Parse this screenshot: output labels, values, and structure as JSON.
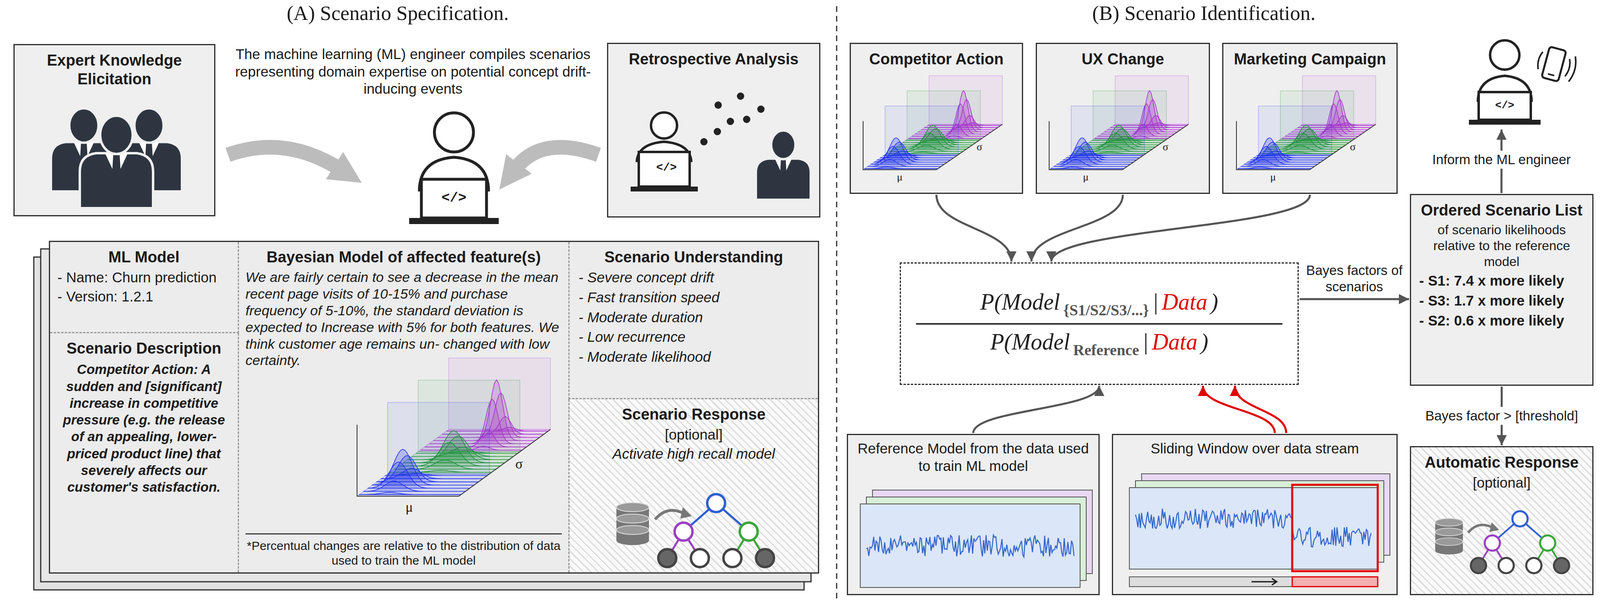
{
  "diagram": {
    "nodes": [
      {
        "text": [
          "Expert Knowledge Elicitation"
        ]
      },
      {
        "text": [
          "Retrospective Analysis"
        ]
      },
      {
        "text": []
      },
      {
        "text": [
          "ML Model",
          "- Name: Churn prediction",
          "- Version: 1.2.1"
        ],
        "in": 2
      },
      {
        "text": [
          "Scenario Description",
          "Competitor Action: A sudden and [significant] increase in competitive pressure (e.g. the release of an appealing, lower-priced product line) that severely affects our customer's satisfaction."
        ],
        "in": 2
      },
      {
        "text": [
          "Bayesian Model of affected feature(s)",
          "We are fairly certain to see a decrease in the mean recent page visits of 10-15% and purchase frequency of 5-10%, the standard deviation is expected to Increase with 5% for both features. We think customer age remains un- changed with low certainty.",
          "*Percentual changes are relative to the distribution of data used to train the ML model"
        ],
        "in": 2
      },
      {
        "text": [
          "Scenario Understanding",
          "- Severe concept drift",
          "- Fast transition speed",
          "- Moderate duration",
          "- Low recurrence",
          "- Moderate likelihood"
        ],
        "in": 2
      },
      {
        "text": [
          "Scenario Response",
          "[optional]",
          "Activate high recall model"
        ],
        "in": 2
      },
      {
        "text": [
          "Competitor Action"
        ]
      },
      {
        "text": [
          "UX Change"
        ]
      },
      {
        "text": [
          "Marketing Campaign"
        ]
      },
      {
        "text": [
          "P(Model",
          "{S1/S2/S3/...}",
          "|",
          "Data",
          ")",
          "P(Model",
          "Reference",
          "|",
          "Data",
          ")"
        ]
      },
      {
        "text": [
          "Reference Model from the data used to train ML model"
        ]
      },
      {
        "text": [
          "Sliding Window over data stream"
        ]
      },
      {
        "text": [
          "Ordered Scenario List",
          "of scenario likelihoods relative to the reference model",
          "- S1: 7.4 x more likely",
          "- S3: 1.7 x more likely",
          "- S2: 0.6 x more likely"
        ]
      },
      {
        "text": [
          "Automatic Response",
          "[optional]"
        ]
      }
    ],
    "edges": [
      {
        "from": 8,
        "to": 11,
        "arrow": "to"
      },
      {
        "from": 9,
        "to": 11,
        "arrow": "to"
      },
      {
        "from": 10,
        "to": 11,
        "arrow": "to"
      },
      {
        "from": 12,
        "to": 11,
        "arrow": "to"
      },
      {
        "from": 13,
        "to": 11,
        "arrow": "to"
      },
      {
        "from": 13,
        "to": 11,
        "arrow": "to"
      },
      {
        "from": 11,
        "to": 14,
        "label": "Bayes factors of scenarios",
        "arrow": "to"
      },
      {
        "from": 14,
        "to": 15,
        "label": "Bayes factor > [threshold]",
        "arrow": "to"
      }
    ],
    "labels": [
      "(A) Scenario Specification.",
      "(B) Scenario Identification.",
      "The machine learning (ML) engineer compiles scenarios representing domain expertise on potential concept drift-inducing events",
      "</>",
      "</>",
      "</>",
      "Inform the ML engineer",
      "μ",
      "σ",
      "μ",
      "σ",
      "μ",
      "σ",
      "μ",
      "σ"
    ]
  }
}
